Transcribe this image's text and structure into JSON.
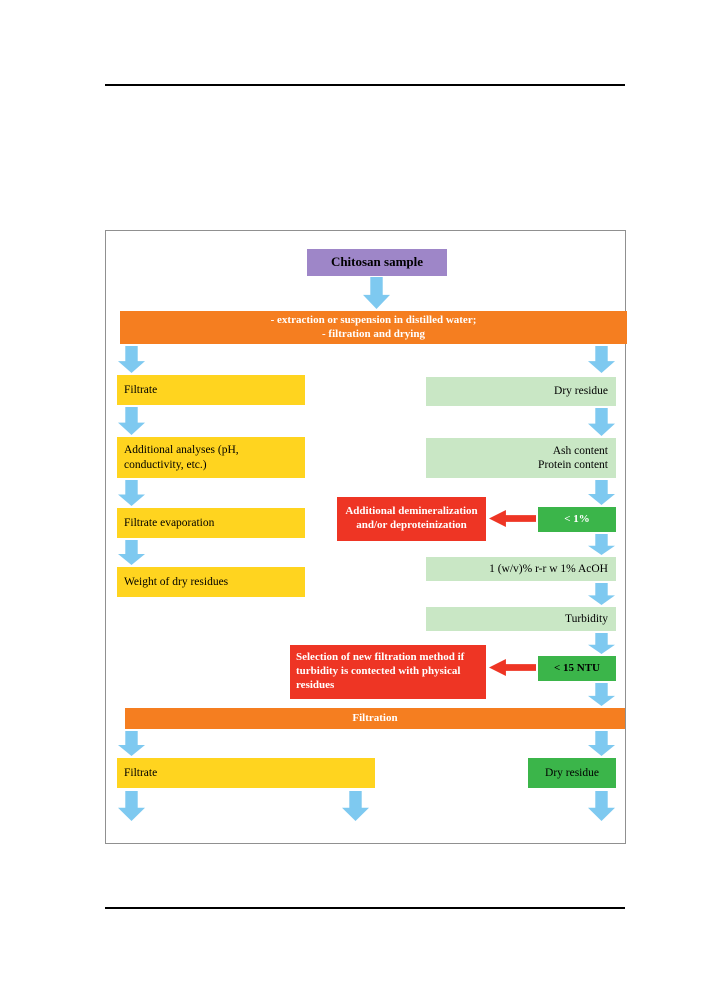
{
  "colors": {
    "purple": "#9e86c8",
    "orange": "#f57e20",
    "yellow": "#ffd41f",
    "light_green": "#c9e7c5",
    "green": "#3bb54a",
    "red": "#ee3524",
    "blue_arrow": "#7ec9f0"
  },
  "diagram": {
    "start": "Chitosan sample",
    "extraction": "- extraction or suspension in distilled water;\n- filtration and drying",
    "left_branch": {
      "filtrate": "Filtrate",
      "analyses": "Additional analyses (pH, conductivity, etc.)",
      "evaporation": "Filtrate evaporation",
      "weight": "Weight of dry residues"
    },
    "right_branch": {
      "dry_residue": "Dry residue",
      "contents": "Ash content\nProtein content",
      "ash_threshold": "< 1%",
      "solution": "1 (w/v)% r-r w 1% AcOH",
      "turbidity": "Turbidity",
      "turbidity_threshold": "< 15 NTU"
    },
    "alerts": {
      "demineralization": "Additional demineralization and/or deproteinization",
      "new_filtration": "Selection of new filtration method if turbidity is contected with physical residues"
    },
    "filtration": "Filtration",
    "outputs": {
      "filtrate": "Filtrate",
      "dry_residue": "Dry residue"
    }
  }
}
